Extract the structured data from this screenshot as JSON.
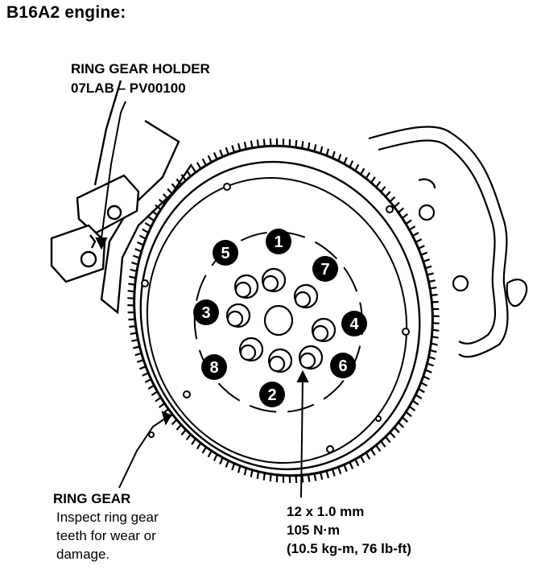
{
  "title": "B16A2 engine:",
  "holder": {
    "name": "RING GEAR HOLDER",
    "part_number": "07LAB – PV00100"
  },
  "ring_gear": {
    "name": "RING GEAR",
    "note_lines": [
      "Inspect ring gear",
      "teeth for wear or",
      "damage."
    ]
  },
  "bolt_spec": {
    "size": "12 x 1.0 mm",
    "torque_nm": "105 N·m",
    "torque_alt": "(10.5 kg-m, 76 lb-ft)"
  },
  "sequence_labels": [
    "1",
    "2",
    "3",
    "4",
    "5",
    "6",
    "7",
    "8"
  ]
}
